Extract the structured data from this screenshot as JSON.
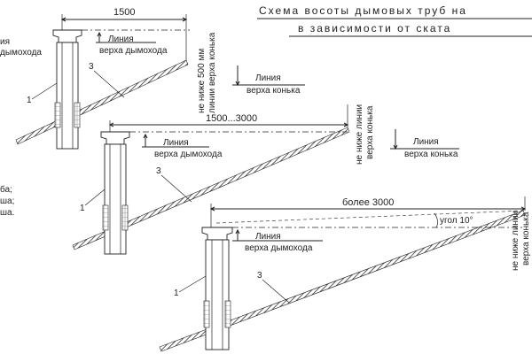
{
  "title": {
    "line1": "Схема восоты дымовых труб на",
    "line2": "в зависимости от ската"
  },
  "legend_fragments": [
    "ба;",
    "ша;",
    "ша."
  ],
  "left_partial": {
    "line1": "ия",
    "line2": "дымохода"
  },
  "scheme1": {
    "dimension": "1500",
    "chimney_label_1": "Линия",
    "chimney_label_2": "верха дымохода",
    "vertical_1": "не ниже 500 мм",
    "vertical_2": "линии верха конька",
    "ridge_label_1": "Линия",
    "ridge_label_2": "верха конька",
    "callout_1": "1",
    "callout_3": "3"
  },
  "scheme2": {
    "dimension": "1500...3000",
    "chimney_label_1": "Линия",
    "chimney_label_2": "верха дымохода",
    "vertical_1": "не ниже линии",
    "vertical_2": "верха конька",
    "ridge_label_1": "Линия",
    "ridge_label_2": "верха конька",
    "callout_1": "1",
    "callout_3": "3"
  },
  "scheme3": {
    "dimension": "более 3000",
    "chimney_label_1": "Линия",
    "chimney_label_2": "верха дымохода",
    "angle": "угол 10°",
    "vertical_1": "не ниже линии",
    "vertical_2": "верха конька",
    "callout_1": "1",
    "callout_3": "3"
  }
}
